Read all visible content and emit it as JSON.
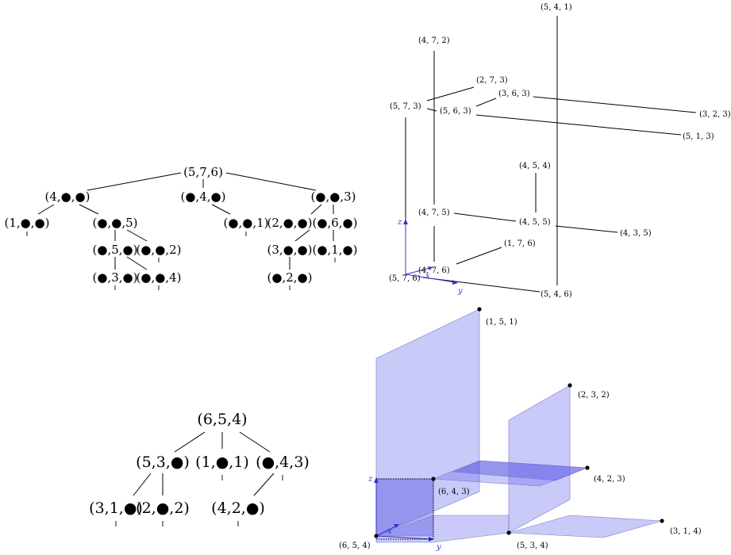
{
  "tree1": {
    "root": "(5,7,6)",
    "n1": "(4,●,●)",
    "n2": "(●,4,●)",
    "n3": "(●,●,3)",
    "n4": "(1,●,●)",
    "n5": "(●,●,5)",
    "n6": "(●,●,1)",
    "n7": "(2,●,●)",
    "n8": "(●,6,●)",
    "n9": "(●,5,●)",
    "n10": "(●,●,2)",
    "n11": "(3,●,●)",
    "n12": "(●,1,●)",
    "n13": "(●,3,●)",
    "n14": "(●,●,4)",
    "n15": "(●,2,●)"
  },
  "tree2": {
    "root": "(6,5,4)",
    "n1": "(5,3,●)",
    "n2": "(1,●,1)",
    "n3": "(●,4,3)",
    "n4": "(3,1,●)",
    "n5": "(2,●,2)",
    "n6": "(4,2,●)"
  },
  "plot1": {
    "labels": {
      "p541": "(5, 4, 1)",
      "p472": "(4, 7, 2)",
      "p273": "(2, 7, 3)",
      "p573": "(5, 7, 3)",
      "p363": "(3, 6, 3)",
      "p563": "(5, 6, 3)",
      "p323": "(3, 2, 3)",
      "p513": "(5, 1, 3)",
      "p454": "(4, 5, 4)",
      "p475": "(4, 7, 5)",
      "p455": "(4, 5, 5)",
      "p435": "(4, 3, 5)",
      "p176": "(1, 7, 6)",
      "p476": "(4, 7, 6)",
      "p576": "(5, 7, 6)",
      "p546": "(5, 4, 6)"
    },
    "axes": {
      "x": "x",
      "y": "y",
      "z": "z"
    }
  },
  "plot2": {
    "labels": {
      "p151": "(1, 5, 1)",
      "p232": "(2, 3, 2)",
      "p643": "(6, 4, 3)",
      "p423": "(4, 2, 3)",
      "p654": "(6, 5, 4)",
      "p534": "(5, 3, 4)",
      "p314": "(3, 1, 4)"
    },
    "axes": {
      "x": "x",
      "y": "y",
      "z": "z"
    }
  }
}
